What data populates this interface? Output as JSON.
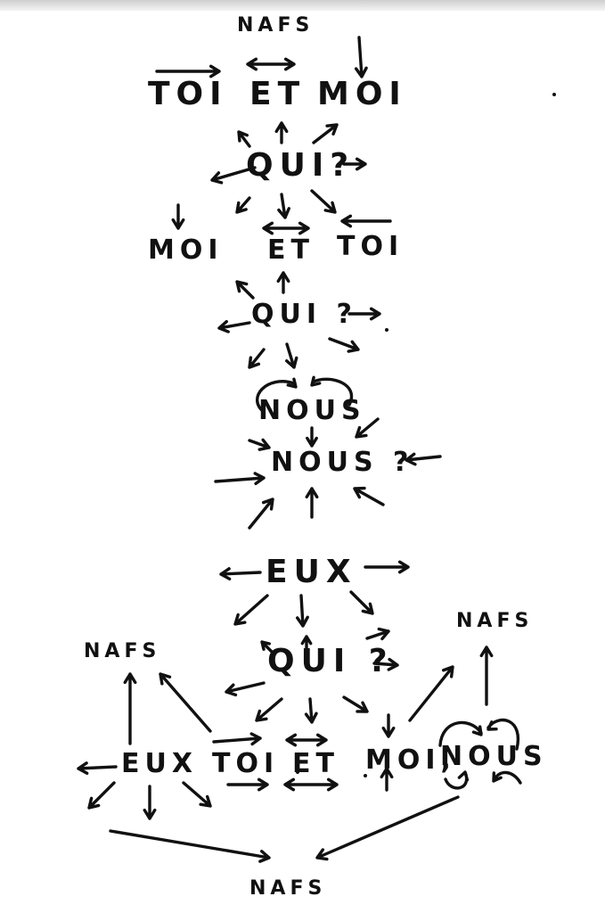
{
  "diagram": {
    "colors": {
      "ink": "#111111",
      "paper": "#ffffff"
    },
    "words": [
      {
        "id": "nafs-top",
        "text": "NAFS"
      },
      {
        "id": "toi-1",
        "text": "TOI"
      },
      {
        "id": "et-1",
        "text": "ET"
      },
      {
        "id": "moi-1",
        "text": "MOI"
      },
      {
        "id": "qui-1",
        "text": "QUI?"
      },
      {
        "id": "moi-2",
        "text": "MOI"
      },
      {
        "id": "et-2",
        "text": "ET"
      },
      {
        "id": "toi-2",
        "text": "TOI"
      },
      {
        "id": "qui-2",
        "text": "QUI ?"
      },
      {
        "id": "nous-1",
        "text": "NOUS"
      },
      {
        "id": "nous-2",
        "text": "NOUS ?"
      },
      {
        "id": "eux-1",
        "text": "EUX"
      },
      {
        "id": "qui-3",
        "text": "QUI ?"
      },
      {
        "id": "nafs-left",
        "text": "NAFS"
      },
      {
        "id": "nafs-right",
        "text": "NAFS"
      },
      {
        "id": "eux-2",
        "text": "EUX"
      },
      {
        "id": "toi-3",
        "text": "TOI"
      },
      {
        "id": "et-3",
        "text": "ET"
      },
      {
        "id": "moi-3",
        "text": "MOI,"
      },
      {
        "id": "nous-3",
        "text": "NOUS"
      },
      {
        "id": "nafs-bottom",
        "text": "NAFS"
      }
    ]
  }
}
